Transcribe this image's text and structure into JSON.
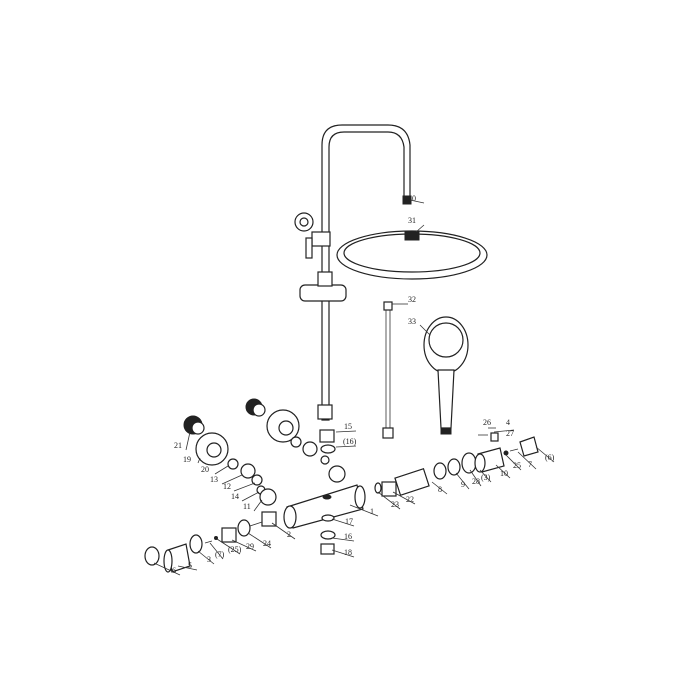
{
  "labels": [
    "30",
    "31",
    "32",
    "33",
    "15",
    "(16)",
    "21",
    "19",
    "20",
    "13",
    "12",
    "14",
    "11",
    "26",
    "4",
    "27",
    "(6)",
    "7",
    "25",
    "10",
    "(3)",
    "28",
    "9",
    "8",
    "22",
    "23",
    "1",
    "17",
    "2",
    "24",
    "16",
    "18",
    "29",
    "(25)",
    "(7)",
    "3",
    "5",
    "6"
  ]
}
